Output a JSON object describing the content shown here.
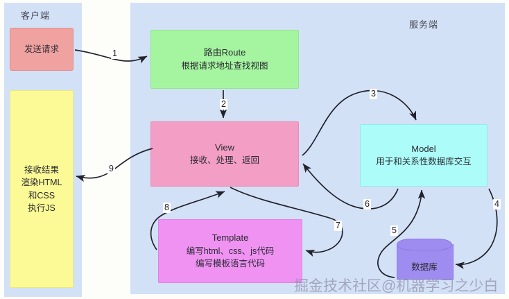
{
  "diagram": {
    "panels": {
      "client": {
        "label": "客户端"
      },
      "server": {
        "label": "服务端"
      }
    },
    "nodes": {
      "request": {
        "lines": [
          "发送请求"
        ]
      },
      "receive": {
        "lines": [
          "接收结果",
          "渲染HTML",
          "和CSS",
          "执行JS"
        ]
      },
      "route": {
        "title": "路由Route",
        "subtitle": "根据请求地址查找视图"
      },
      "view": {
        "title": "View",
        "subtitle": "接收、处理、返回"
      },
      "template": {
        "title": "Template",
        "subtitle1": "编写html、css、js代码",
        "subtitle2": "编写模板语言代码"
      },
      "model": {
        "title": "Model",
        "subtitle": "用于和关系性数据库交互"
      },
      "database": {
        "label": "数据库"
      }
    },
    "edges": [
      {
        "id": "1",
        "label": "1",
        "from": "request",
        "to": "route"
      },
      {
        "id": "2",
        "label": "2",
        "from": "route",
        "to": "view"
      },
      {
        "id": "3",
        "label": "3",
        "from": "view",
        "to": "model"
      },
      {
        "id": "4",
        "label": "4",
        "from": "model",
        "to": "database"
      },
      {
        "id": "5",
        "label": "5",
        "from": "database",
        "to": "model"
      },
      {
        "id": "6",
        "label": "6",
        "from": "model",
        "to": "view"
      },
      {
        "id": "7",
        "label": "7",
        "from": "view",
        "to": "template"
      },
      {
        "id": "8",
        "label": "8",
        "from": "template",
        "to": "view"
      },
      {
        "id": "9",
        "label": "9",
        "from": "view",
        "to": "receive"
      }
    ],
    "watermark": "掘金技术社区@机器学习之少白",
    "colors": {
      "panel": "#d3e1f7",
      "request": "#f0a2a0",
      "receive": "#fbfa96",
      "route": "#a5f5a0",
      "view": "#f39ec4",
      "template": "#ef92f2",
      "model": "#acfdf9",
      "database": "#9f8cf0",
      "arrow": "#22222c"
    }
  }
}
